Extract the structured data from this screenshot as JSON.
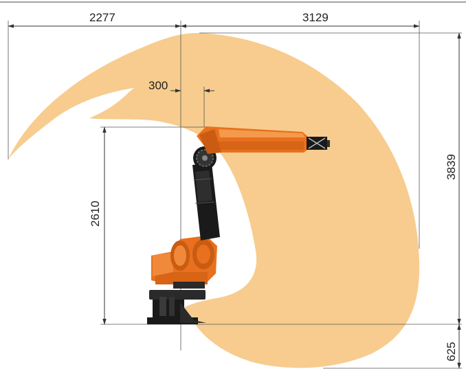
{
  "diagram": {
    "dimensions": {
      "reach_back": "2277",
      "reach_front": "3129",
      "wrist_offset": "300",
      "wrist_height": "2610",
      "reach_up": "3839",
      "reach_down": "625"
    }
  },
  "colors": {
    "work_envelope": "#f7cc8e",
    "robot_orange": "#e8701e",
    "robot_dark": "#1a1a1a",
    "dimension_lines": "#333333"
  }
}
